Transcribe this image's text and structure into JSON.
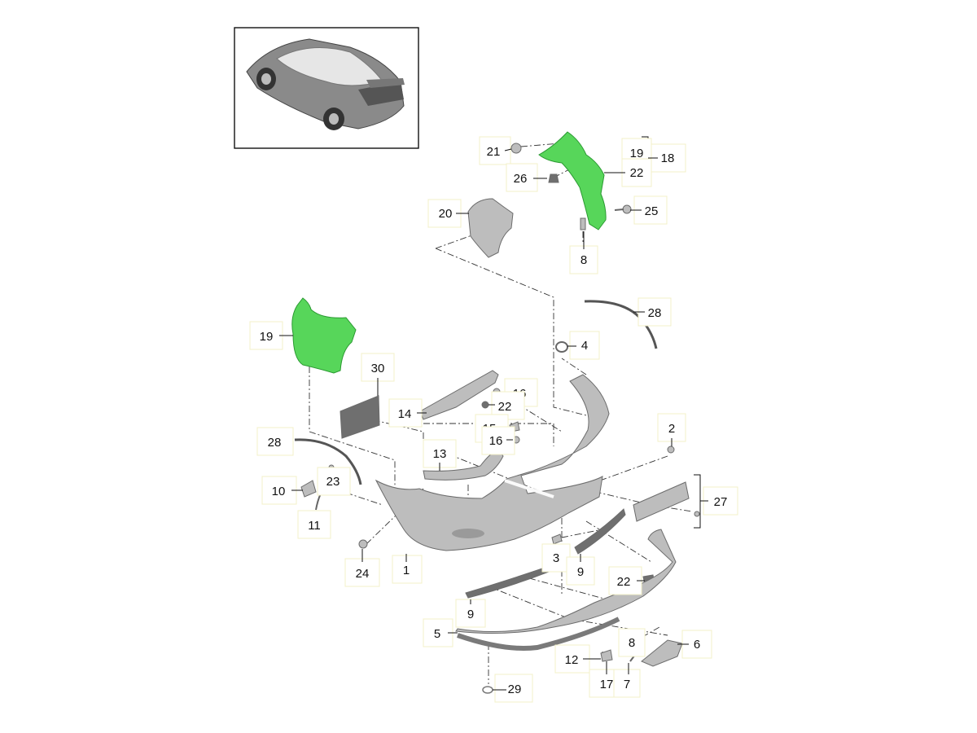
{
  "colors": {
    "highlight": "#57d65a",
    "highlight_edge": "#2b9a32",
    "part_grey": "#bdbdbd",
    "part_dark": "#6f6f6f",
    "label_box_border": "#f3f0c8"
  },
  "thumbnail": {
    "icon": "car-overview-icon"
  },
  "callouts": [
    {
      "id": "c21",
      "text": "21"
    },
    {
      "id": "c19a",
      "text": "19"
    },
    {
      "id": "c18",
      "text": "18"
    },
    {
      "id": "c26",
      "text": "26"
    },
    {
      "id": "c22a",
      "text": "22"
    },
    {
      "id": "c20",
      "text": "20"
    },
    {
      "id": "c25",
      "text": "25"
    },
    {
      "id": "c8a",
      "text": "8"
    },
    {
      "id": "c28a",
      "text": "28"
    },
    {
      "id": "c19b",
      "text": "19"
    },
    {
      "id": "c4",
      "text": "4"
    },
    {
      "id": "c30",
      "text": "30"
    },
    {
      "id": "c16a",
      "text": "16"
    },
    {
      "id": "c22b",
      "text": "22"
    },
    {
      "id": "c14",
      "text": "14"
    },
    {
      "id": "c15",
      "text": "15"
    },
    {
      "id": "c16b",
      "text": "16"
    },
    {
      "id": "c2",
      "text": "2"
    },
    {
      "id": "c28b",
      "text": "28"
    },
    {
      "id": "c13",
      "text": "13"
    },
    {
      "id": "c23",
      "text": "23"
    },
    {
      "id": "c10",
      "text": "10"
    },
    {
      "id": "c27",
      "text": "27"
    },
    {
      "id": "c11",
      "text": "11"
    },
    {
      "id": "c24",
      "text": "24"
    },
    {
      "id": "c1",
      "text": "1"
    },
    {
      "id": "c3",
      "text": "3"
    },
    {
      "id": "c9a",
      "text": "9"
    },
    {
      "id": "c22c",
      "text": "22"
    },
    {
      "id": "c9b",
      "text": "9"
    },
    {
      "id": "c5",
      "text": "5"
    },
    {
      "id": "c8b",
      "text": "8"
    },
    {
      "id": "c6",
      "text": "6"
    },
    {
      "id": "c12",
      "text": "12"
    },
    {
      "id": "c17",
      "text": "17"
    },
    {
      "id": "c7",
      "text": "7"
    },
    {
      "id": "c29",
      "text": "29"
    }
  ]
}
